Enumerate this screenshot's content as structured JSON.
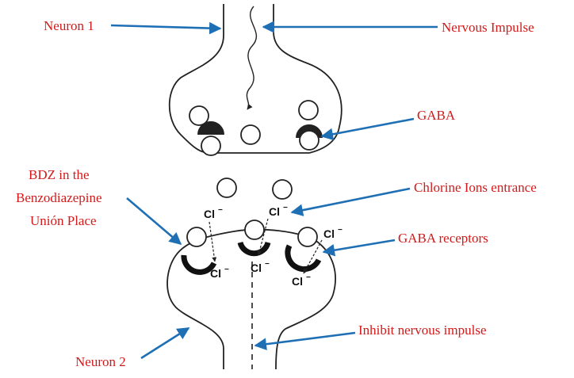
{
  "labels": {
    "neuron1": "Neuron 1",
    "nervous_impulse": "Nervous Impulse",
    "gaba": "GABA",
    "bdz_line1": "BDZ in the",
    "bdz_line2": "Benzodiazepine",
    "bdz_line3": "Unión Place",
    "chlorine": "Chlorine Ions entrance",
    "gaba_receptors": "GABA receptors",
    "inhibit": "Inhibit nervous impulse",
    "neuron2": "Neuron 2"
  },
  "ion": {
    "symbol": "Cl",
    "charge": "−"
  },
  "colors": {
    "label_text": "#d21a1a",
    "arrow": "#1f6fb5",
    "outline": "#222222"
  }
}
